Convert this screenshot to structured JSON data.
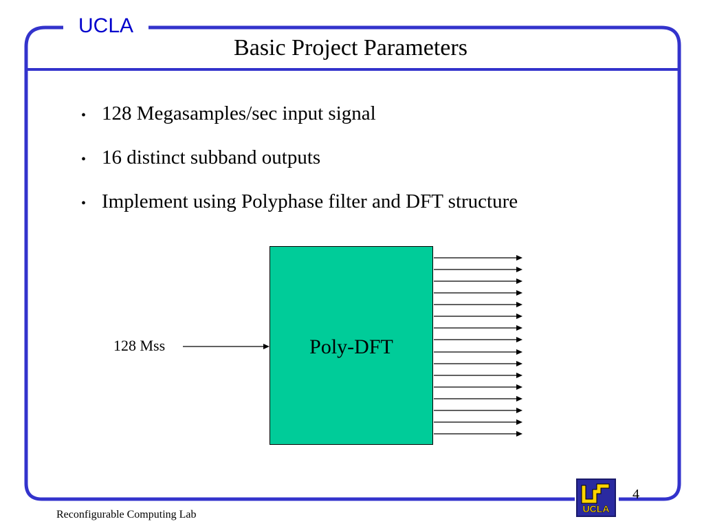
{
  "header": {
    "org": "UCLA",
    "title": "Basic Project Parameters"
  },
  "bullets": [
    {
      "text": "128 Megasamples/sec input signal"
    },
    {
      "text": "16 distinct subband outputs"
    },
    {
      "text": "Implement using Polyphase filter and DFT structure"
    }
  ],
  "diagram": {
    "input_label": "128 Mss",
    "block_label": "Poly-DFT",
    "output_count": 16,
    "block_color": "#00cc99"
  },
  "footer": {
    "lab_name": "Reconfigurable Computing Lab",
    "page_number": "4"
  },
  "logo": {
    "text": "UCLA",
    "icon": "ucla-ee-logo"
  },
  "colors": {
    "frame": "#3333cc",
    "org_text": "#0000cc"
  }
}
